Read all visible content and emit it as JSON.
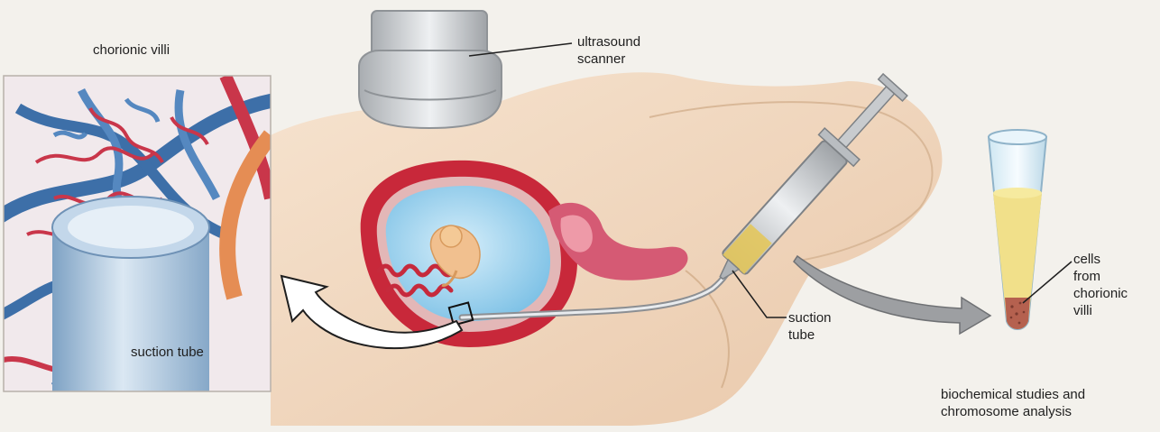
{
  "labels": {
    "chorionic_villi": "chorionic villi",
    "ultrasound_scanner": "ultrasound\nscanner",
    "suction_tube_inset": "suction tube",
    "suction_tube_main": "suction\ntube",
    "cells_from_villi": "cells\nfrom\nchorionic\nvilli",
    "analysis": "biochemical  studies and\nchromosome analysis"
  },
  "colors": {
    "background": "#f3f1ec",
    "skin": "#efd6bd",
    "uterus": "#c8283a",
    "amniotic": "#9fd3ee",
    "embryo": "#f1c08f",
    "vessel_blue": "#3d6fa8",
    "vessel_red": "#c9364a",
    "tube": "#a9c4dc",
    "sample_fluid": "#f1e08a",
    "cells": "#a7584f",
    "scanner": "#c9cccf"
  }
}
